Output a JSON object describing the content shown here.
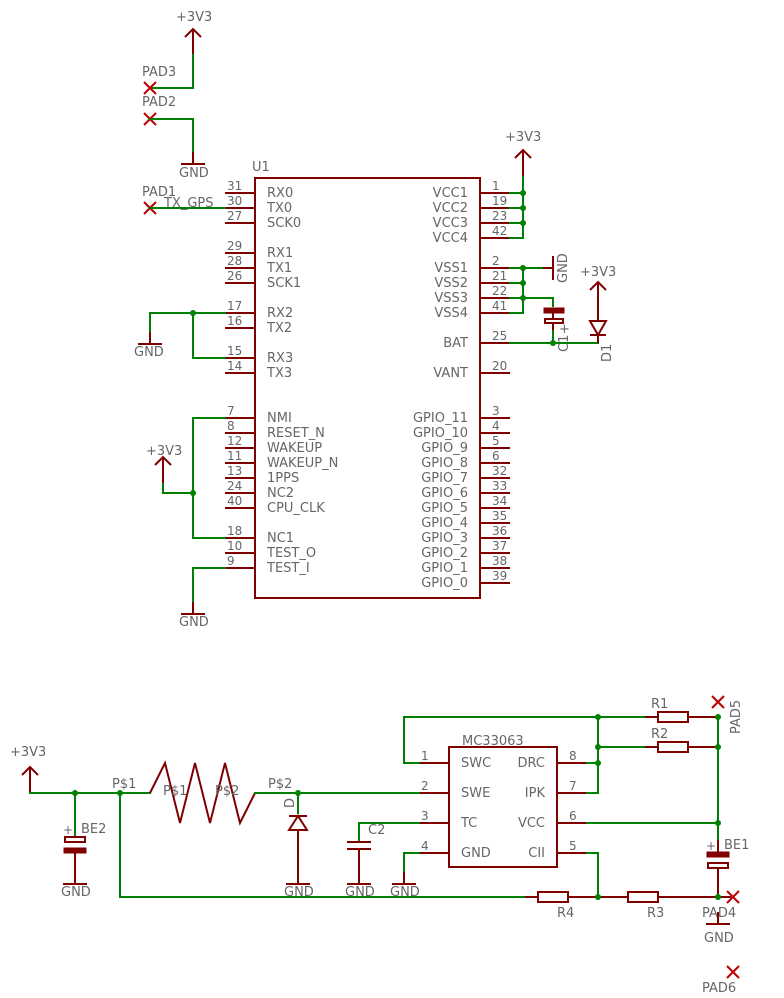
{
  "supply_label": "+3V3",
  "ground_label": "GND",
  "u1": {
    "name": "U1",
    "left_pins": [
      {
        "num": "31",
        "name": "RX0"
      },
      {
        "num": "30",
        "name": "TX0"
      },
      {
        "num": "27",
        "name": "SCK0"
      },
      {
        "num": "29",
        "name": "RX1"
      },
      {
        "num": "28",
        "name": "TX1"
      },
      {
        "num": "26",
        "name": "SCK1"
      },
      {
        "num": "17",
        "name": "RX2"
      },
      {
        "num": "16",
        "name": "TX2"
      },
      {
        "num": "15",
        "name": "RX3"
      },
      {
        "num": "14",
        "name": "TX3"
      },
      {
        "num": "7",
        "name": "NMI"
      },
      {
        "num": "8",
        "name": "RESET_N"
      },
      {
        "num": "12",
        "name": "WAKEUP"
      },
      {
        "num": "11",
        "name": "WAKEUP_N"
      },
      {
        "num": "13",
        "name": "1PPS"
      },
      {
        "num": "24",
        "name": "NC2"
      },
      {
        "num": "40",
        "name": "CPU_CLK"
      },
      {
        "num": "18",
        "name": "NC1"
      },
      {
        "num": "10",
        "name": "TEST_O"
      },
      {
        "num": "9",
        "name": "TEST_I"
      }
    ],
    "right_pins": [
      {
        "num": "1",
        "name": "VCC1"
      },
      {
        "num": "19",
        "name": "VCC2"
      },
      {
        "num": "23",
        "name": "VCC3"
      },
      {
        "num": "42",
        "name": "VCC4"
      },
      {
        "num": "2",
        "name": "VSS1"
      },
      {
        "num": "21",
        "name": "VSS2"
      },
      {
        "num": "22",
        "name": "VSS3"
      },
      {
        "num": "41",
        "name": "VSS4"
      },
      {
        "num": "25",
        "name": "BAT"
      },
      {
        "num": "20",
        "name": "VANT"
      },
      {
        "num": "3",
        "name": "GPIO_11"
      },
      {
        "num": "4",
        "name": "GPIO_10"
      },
      {
        "num": "5",
        "name": "GPIO_9"
      },
      {
        "num": "6",
        "name": "GPIO_8"
      },
      {
        "num": "32",
        "name": "GPIO_7"
      },
      {
        "num": "33",
        "name": "GPIO_6"
      },
      {
        "num": "34",
        "name": "GPIO_5"
      },
      {
        "num": "35",
        "name": "GPIO_4"
      },
      {
        "num": "36",
        "name": "GPIO_3"
      },
      {
        "num": "37",
        "name": "GPIO_2"
      },
      {
        "num": "38",
        "name": "GPIO_1"
      },
      {
        "num": "39",
        "name": "GPIO_0"
      }
    ]
  },
  "mc": {
    "name": "MC33063",
    "left_pins": [
      {
        "num": "1",
        "name": "SWC"
      },
      {
        "num": "2",
        "name": "SWE"
      },
      {
        "num": "3",
        "name": "TC"
      },
      {
        "num": "4",
        "name": "GND"
      }
    ],
    "right_pins": [
      {
        "num": "8",
        "name": "DRC"
      },
      {
        "num": "7",
        "name": "IPK"
      },
      {
        "num": "6",
        "name": "VCC"
      },
      {
        "num": "5",
        "name": "CII"
      }
    ]
  },
  "labels": {
    "pad1": "PAD1",
    "pad2": "PAD2",
    "pad3": "PAD3",
    "pad4": "PAD4",
    "pad5": "PAD5",
    "pad6": "PAD6",
    "net_tx_gps": "TX_GPS",
    "c1": "C1",
    "d1": "D1",
    "c2": "C2",
    "d_conv": "D",
    "r1": "R1",
    "r2": "R2",
    "r3": "R3",
    "r4": "R4",
    "be1": "BE1",
    "be2": "BE2",
    "ps1": "P$1",
    "ps2": "P$2",
    "coil_ps1": "P$1",
    "coil_ps2": "P$2",
    "cap_plus": "+"
  }
}
